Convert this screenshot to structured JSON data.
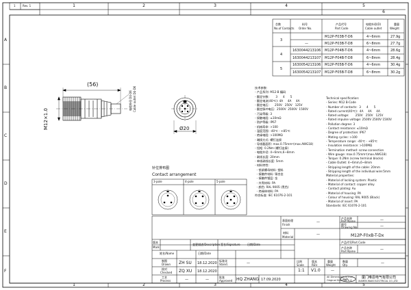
{
  "frame": {
    "col_numbers": [
      "1",
      "2",
      "3",
      "4",
      "5",
      "6"
    ],
    "row_letters": [
      "A",
      "B",
      "C",
      "D",
      "E",
      "F"
    ],
    "tag_top": "1",
    "tag_sub": "Rev. 1"
  },
  "parts_table": {
    "headers": {
      "contacts_cn": "芯数",
      "contacts_en": "No.of Contacts",
      "order_cn": "料号",
      "order_en": "Order No.",
      "part_cn": "产品代号",
      "part_en": "Part Code",
      "cable_cn": "电缆外径(D)",
      "cable_en": "Cable outlet",
      "weight_cn": "重量",
      "weight_en": "Weight"
    },
    "rows": [
      {
        "contacts": "3",
        "order": "",
        "part": "M12P-F03B-T-D6",
        "cable": "4~6mm",
        "weight": "27.9g"
      },
      {
        "contacts": "",
        "order": "—",
        "part": "M12P-F03B-T-D8",
        "cable": "6~8mm",
        "weight": "27.7g"
      },
      {
        "contacts": "4",
        "order": "1630044213106",
        "part": "M12P-F04B-T-D6",
        "cable": "4~6mm",
        "weight": "28.6g"
      },
      {
        "contacts": "",
        "order": "1630044213107",
        "part": "M12P-F04B-T-D8",
        "cable": "6~8mm",
        "weight": "28.4g"
      },
      {
        "contacts": "5",
        "order": "1630054213106",
        "part": "M12P-F05B-T-D6",
        "cable": "4~6mm",
        "weight": "30.4g"
      },
      {
        "contacts": "",
        "order": "1630054213107",
        "part": "M12P-F05B-T-D8",
        "cable": "6~8mm",
        "weight": "30.2g"
      }
    ]
  },
  "drawing": {
    "dim_length": "(56)",
    "dim_thread": "M12×1.0",
    "dim_diameter": "Ø20",
    "cable_note_1": "电缆外径 D4-D6",
    "cable_note_2": "Cable outlet D4-D6"
  },
  "arrangement": {
    "title_cn": "针位排布图",
    "title_en": "Contact arrangement",
    "labels": [
      "3-pole",
      "4-pole",
      "5-pole"
    ]
  },
  "spec_cn": [
    "技术参数:",
    "- 产品系列: M12-B 编码",
    "- 额定针数:       3      4      5",
    "- 额定电流(40℃): 4A     4A     4A",
    "- 额定电压:      250V   250V   125V",
    "- 额定脉冲电压:  2500V  2500V  1500V",
    "- 污染等级: 3",
    "- 接触电阻: ≤10mΩ",
    "- 防护等级: IP67",
    "- 机械寿命: >100",
    "- 温度范围: -40℃ - +85℃",
    "- 绝缘电阻: >100MΩ",
    "- 端接方式: 螺钉连接",
    "- 导线截面积: max.0.75mm²(max.AWG18)",
    "- 扭矩: 0.2Nm (螺钉连接)",
    "- 电缆外径: 4~6mm,6~8mm",
    "- 剥线长度: 20mm",
    "- 单线剥线长度: 5mm",
    "- 材料特性:",
    "  - 锁紧螺母材料: 塑料",
    "  - 接触件材料: 铜合金",
    "  - 接触件镀层: 金",
    "  - 外壳材料: PA",
    "  - 颜色: RAL 9005 (黑色)",
    "  - 绝缘体材料: PA",
    "",
    "符合标准: IEC 61076-2-101"
  ],
  "spec_en": [
    "Technical specification:",
    "- Series: M12 B-Code",
    "- Number of contacts:  3      4      5",
    "- Rated current(40℃):  4A     4A     4A",
    "- Rated voltage:       250V   250V   125V",
    "- Rated impulse voltage: 2500V 2500V 1500V",
    "- Pollution degree: 3",
    "- Contact resistance: ≤10mΩ",
    "- Degree of protection: IP67",
    "- Mating cycles: >100",
    "- Temperature range: -40℃ - +85℃",
    "- Insulation resistance: >100MΩ",
    "- Termination method: screw connection",
    "- Wire gauge: max.0.75mm²(max.AWG18)",
    "- Torque: 0.2Nm (screw terminal blocks)",
    "- Cable Outlet: 4~6mm,6~8mm",
    "- Stripping length of the cable: 20mm",
    "- Stripping length of the individual wire:5mm",
    "Material properties:",
    "- Material of locking system: Plastic",
    "- Material of contact: copper alloy",
    "- Contact plating: Au",
    "- Material of housing: PA",
    "- Colour of housing: RAL 9005 (Black)",
    "- Material of insert: PA",
    "",
    "Standards: IEC 61076-2-101"
  ],
  "title_block": {
    "part_name_cn": "产品名称",
    "part_name_en": "Part Name",
    "part_name_val": "—",
    "drawing_no_cn": "图号",
    "drawing_no_en": "Drawing No.",
    "drawing_no_val": "—",
    "part_code_cn": "产品代号",
    "part_code_en": "Part Code",
    "part_code_val": "M12P-F0xB-T-Dx",
    "finish_cn": "表面处理",
    "finish_en": "Finish",
    "finish_val": "—",
    "material_cn": "材料",
    "material_en": "Material",
    "material_val": "—",
    "part_name2_cn": "产品名称",
    "part_name2_en": "Part Name",
    "part_name2_val": "—",
    "rev_headers": [
      "版本",
      "变更描述/Description",
      "签名/Signature",
      "日期/Date"
    ],
    "rev_en": [
      "Mark",
      "",
      "",
      ""
    ],
    "people": [
      {
        "role_cn": "制图",
        "role_en": "Drawn",
        "name": "ZH  SU",
        "date": "18.12.2020",
        "std_cn": "标准化",
        "std_en": "Stand.",
        "std_val": "—"
      },
      {
        "role_cn": "校对",
        "role_en": "Checked",
        "name": "ZQ  XU",
        "date": "18.12.2020",
        "std_cn": "",
        "std_en": "",
        "std_val": ""
      },
      {
        "role_cn": "工艺",
        "role_en": "Process",
        "name": "—",
        "date": "—",
        "std_cn": "批准",
        "std_en": "Approved",
        "std_val": "HQ  ZHANG"
      }
    ],
    "approved_date": "17.09.2020",
    "person_headers": [
      "姓名/Name",
      "日期/Date"
    ],
    "scale_cn": "比例",
    "scale_en": "Scale",
    "scale_val": "1:1",
    "rev_cn": "版本",
    "rev_en2": "REV.",
    "rev_val": "V1.0",
    "weight_cn": "重量",
    "weight_en": "Weight",
    "weight_val": "—",
    "qty_cn": "数量",
    "qty_en": "Qty.",
    "qty_val": "—",
    "dim_note_1": "All Dimensions in mm",
    "dim_note_2": "Original Size DIN A 4",
    "company_cn": "厦门唯恩电气有限公司",
    "company_en": "XIAMEN WAIN ELECTRICAL CO.,LTD"
  }
}
